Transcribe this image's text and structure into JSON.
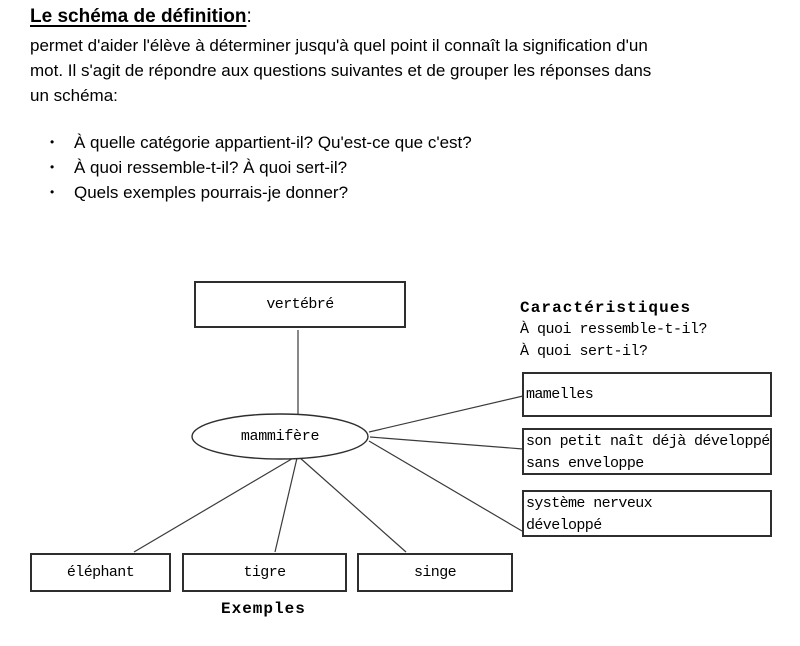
{
  "page": {
    "background": "#ffffff",
    "text_color": "#000000",
    "line_color": "#3a3a3a",
    "border_color": "#2e2e2e"
  },
  "header": {
    "title": "Le schéma de définition",
    "colon": ":"
  },
  "intro": {
    "lines": [
      "permet d'aider l'élève à déterminer jusqu'à quel point il connaît la signification d'un",
      "mot. Il s'agit de répondre aux questions suivantes et de grouper les réponses dans",
      "un schéma:"
    ]
  },
  "bullets": {
    "marker": "•",
    "items": [
      "À quelle catégorie appartient-il? Qu'est-ce que c'est?",
      "À quoi ressemble-t-il? À quoi sert-il?",
      "Quels exemples pourrais-je donner?"
    ]
  },
  "diagram": {
    "category_label": "vertébré",
    "center_label": "mammifère",
    "characteristics": {
      "heading": "Caractéristiques",
      "question1": "À quoi ressemble-t-il?",
      "question2": "À quoi sert-il?",
      "box1_line1": "mamelles",
      "box2_line1": "son petit naît déjà développé",
      "box2_line2": "sans enveloppe",
      "box3_line1": "système nerveux",
      "box3_line2": "développé"
    },
    "examples": {
      "item1": "éléphant",
      "item2": "tigre",
      "item3": "singe",
      "caption": "Exemples"
    }
  }
}
